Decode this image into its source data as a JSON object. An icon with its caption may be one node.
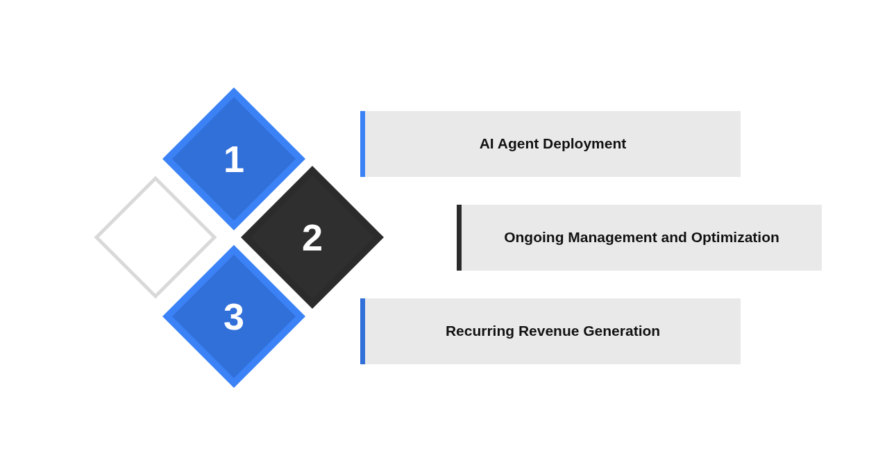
{
  "diagram": {
    "nodes": [
      {
        "text": [
          "1"
        ]
      },
      {
        "text": [
          "AI Agent Deployment"
        ]
      },
      {
        "text": [
          "2"
        ]
      },
      {
        "text": [
          "Ongoing Management and Optimization"
        ]
      },
      {
        "text": [
          "3"
        ]
      },
      {
        "text": [
          "Recurring Revenue Generation"
        ]
      },
      {
        "text": [],
        "shape": "diamond"
      }
    ]
  }
}
